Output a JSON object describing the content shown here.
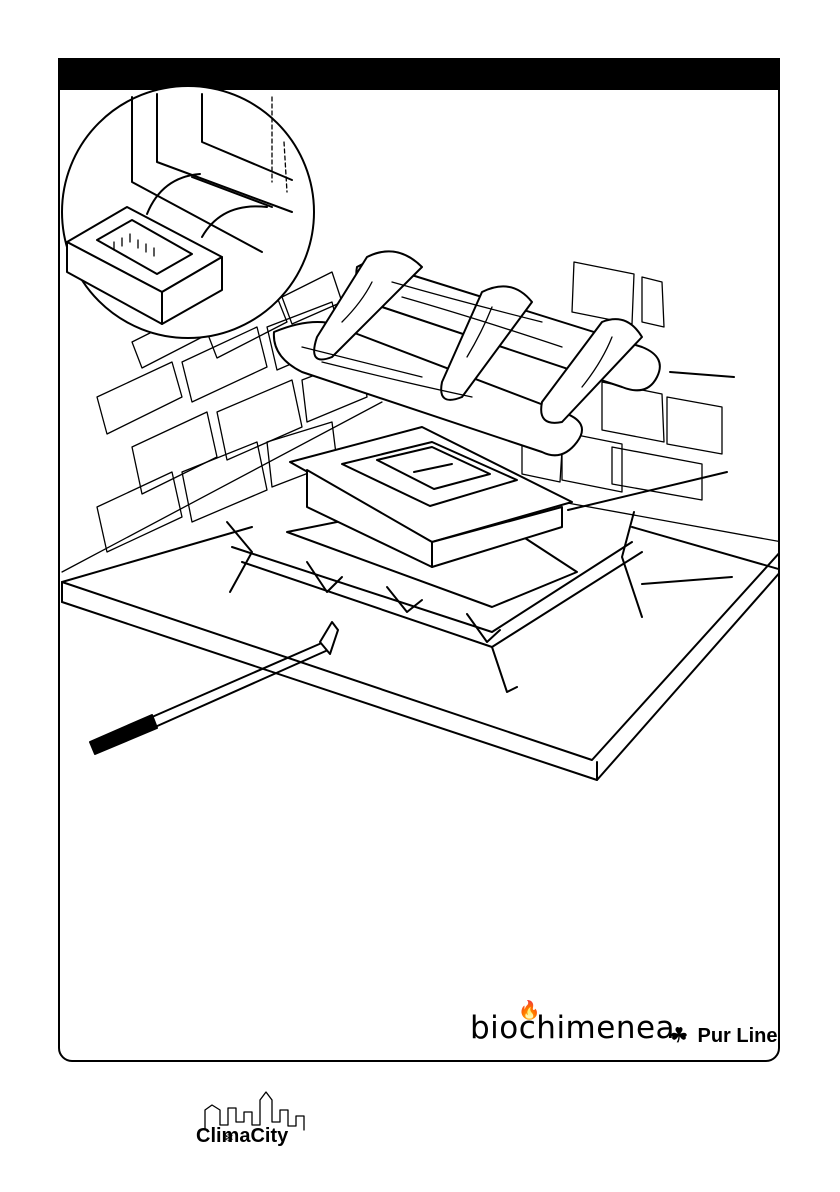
{
  "header": {
    "color": "#000000"
  },
  "illustration": {
    "scene": "fireplace-logs-burner-grate",
    "burner_label": "Pur Line"
  },
  "brands": {
    "biochimenea": "biochimenea",
    "purline": "Pur Line",
    "climacity": "ClimaCity"
  }
}
